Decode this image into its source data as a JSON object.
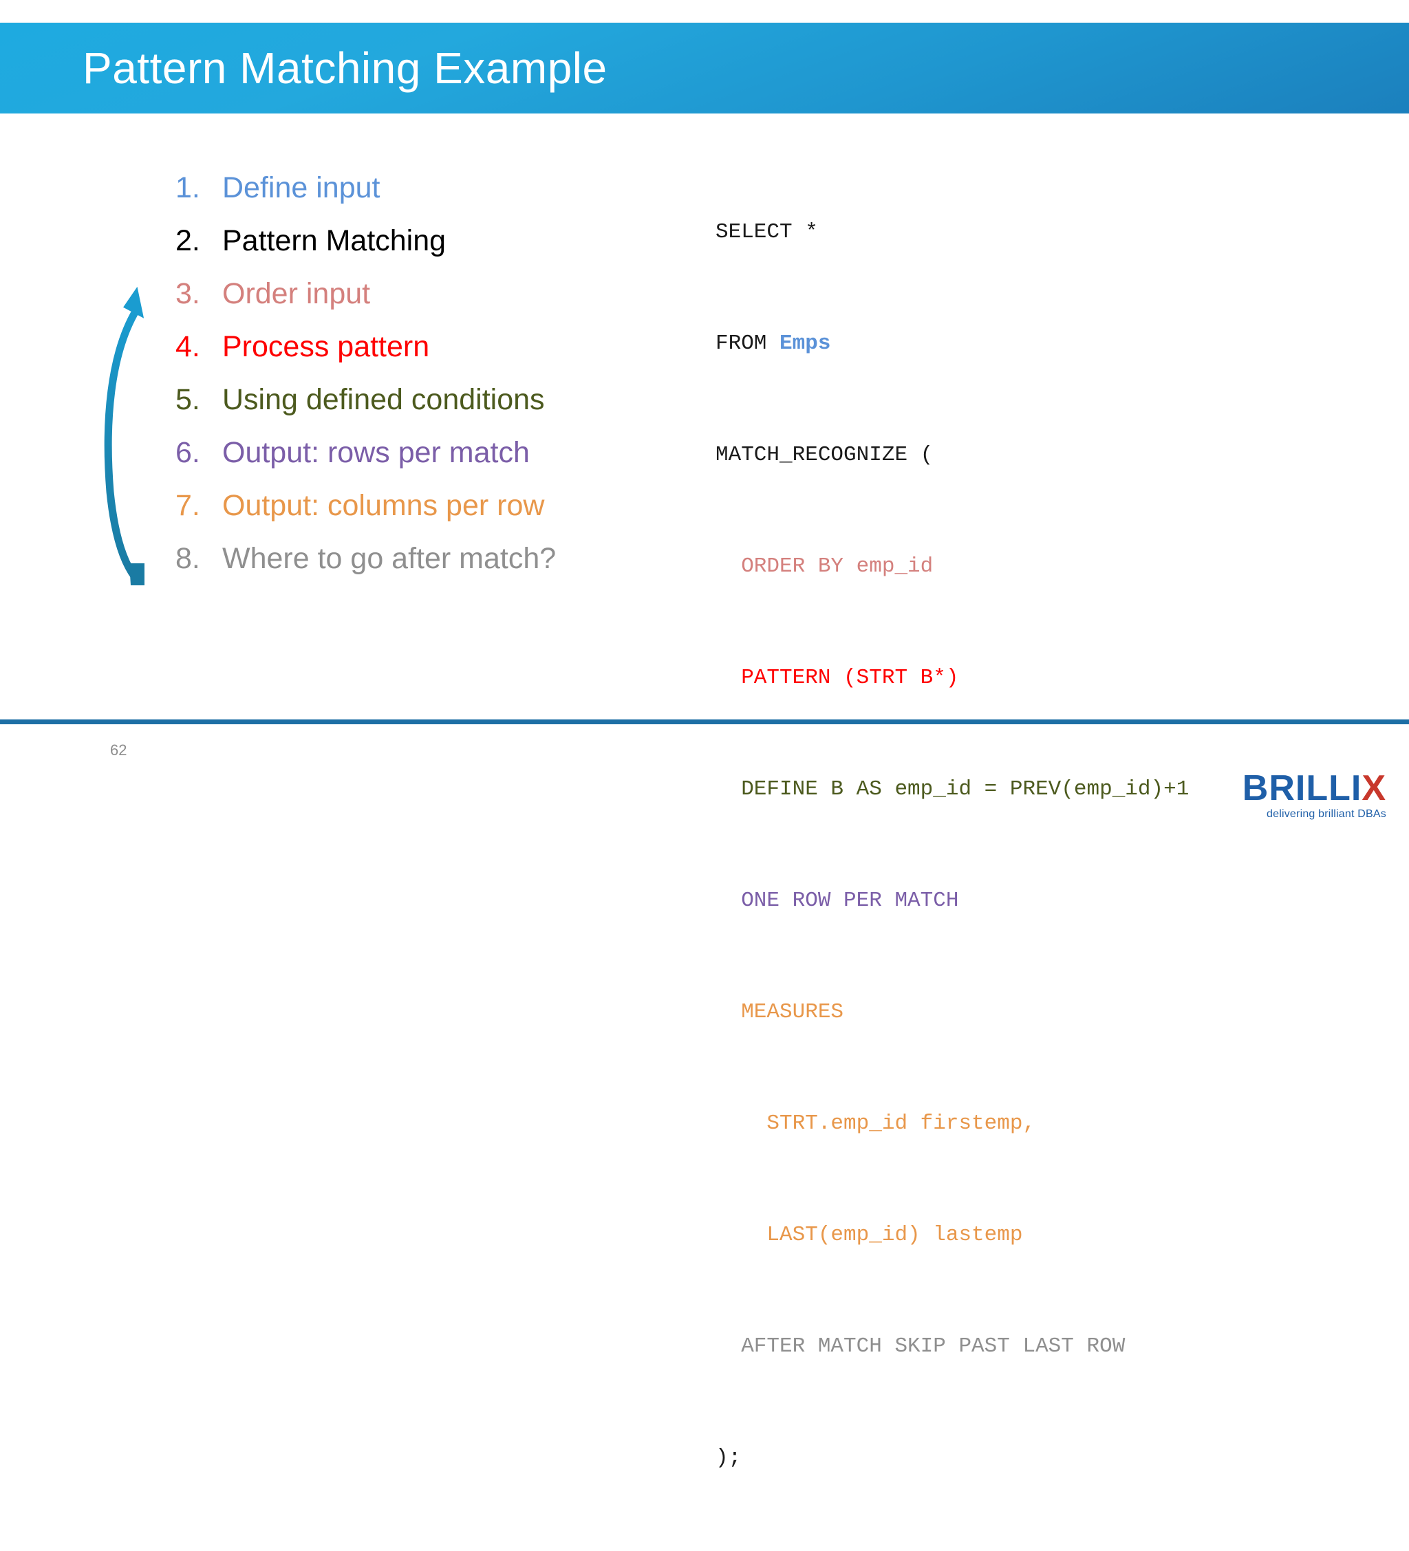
{
  "slide": {
    "title": "Pattern Matching Example",
    "page_number": "62"
  },
  "colors": {
    "banner_light": "#1eaae0",
    "banner_dark": "#1b80bd",
    "step1_blue": "#5b92d8",
    "step2_black": "#000000",
    "step3_salmon": "#d4807d",
    "step4_red": "#fe0000",
    "step5_olive": "#4c5a1e",
    "step6_purple": "#7b5ea8",
    "step7_orange": "#e8974a",
    "step8_gray": "#8f8f8f",
    "arrow_teal": "#1b87b3",
    "footer_rule": "#1d6fa5",
    "logo_blue": "#1f5fa8",
    "logo_red": "#c8382c"
  },
  "steps": [
    {
      "num": "1.",
      "label": "Define input",
      "color": "#5b92d8"
    },
    {
      "num": "2.",
      "label": "Pattern Matching",
      "color": "#000000"
    },
    {
      "num": "3.",
      "label": "Order input",
      "color": "#d4807d"
    },
    {
      "num": "4.",
      "label": "Process pattern",
      "color": "#fe0000"
    },
    {
      "num": "5.",
      "label": "Using defined conditions",
      "color": "#4c5a1e"
    },
    {
      "num": "6.",
      "label": "Output: rows per match",
      "color": "#7b5ea8"
    },
    {
      "num": "7.",
      "label": "Output: columns per row",
      "color": "#e8974a"
    },
    {
      "num": "8.",
      "label": "Where to go after match?",
      "color": "#8f8f8f"
    }
  ],
  "code": {
    "lines": [
      {
        "text": "SELECT *",
        "color": "#1a1a1a",
        "bold": false,
        "indent": 0
      },
      {
        "text": "FROM ",
        "color": "#1a1a1a",
        "bold": false,
        "indent": 0,
        "tail": {
          "text": "Emps",
          "color": "#5b92d8",
          "bold": true
        }
      },
      {
        "text": "MATCH_RECOGNIZE (",
        "color": "#1a1a1a",
        "bold": false,
        "indent": 0
      },
      {
        "text": "  ORDER BY emp_id",
        "color": "#d4807d",
        "bold": false,
        "indent": 0
      },
      {
        "text": "  PATTERN (STRT B*)",
        "color": "#fe0000",
        "bold": false,
        "indent": 0
      },
      {
        "text": "  DEFINE B AS emp_id = PREV(emp_id)+1",
        "color": "#4c5a1e",
        "bold": false,
        "indent": 0
      },
      {
        "text": "  ONE ROW PER MATCH",
        "color": "#7b5ea8",
        "bold": false,
        "indent": 0
      },
      {
        "text": "  MEASURES",
        "color": "#e8974a",
        "bold": false,
        "indent": 0
      },
      {
        "text": "    STRT.emp_id firstemp,",
        "color": "#e8974a",
        "bold": false,
        "indent": 0
      },
      {
        "text": "    LAST(emp_id) lastemp",
        "color": "#e8974a",
        "bold": false,
        "indent": 0
      },
      {
        "text": "  AFTER MATCH SKIP PAST LAST ROW",
        "color": "#8f8f8f",
        "bold": false,
        "indent": 0
      },
      {
        "text": ");",
        "color": "#1a1a1a",
        "bold": false,
        "indent": 0
      }
    ]
  },
  "logo": {
    "word_main": "BRILLI",
    "word_accent": "X",
    "tagline": "delivering brilliant DBAs"
  }
}
